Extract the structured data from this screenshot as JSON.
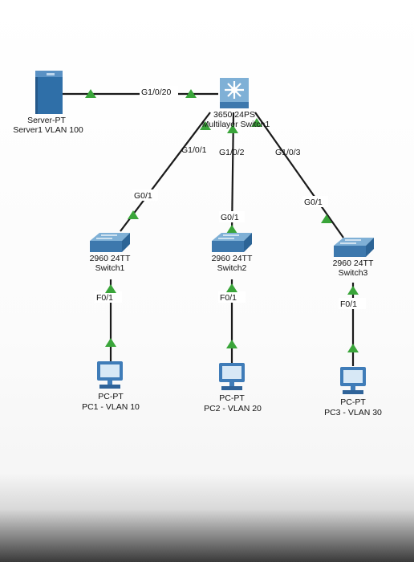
{
  "diagram": {
    "devices": {
      "server": {
        "type": "Server-PT",
        "name": "Server1 VLAN 100"
      },
      "multilayer_switch": {
        "model": "3650 24PS",
        "name": "Multilayer Switch1"
      },
      "switch1": {
        "model": "2960 24TT",
        "name": "Switch1"
      },
      "switch2": {
        "model": "2960 24TT",
        "name": "Switch2"
      },
      "switch3": {
        "model": "2960 24TT",
        "name": "Switch3"
      },
      "pc1": {
        "type": "PC-PT",
        "name": "PC1 - VLAN 10"
      },
      "pc2": {
        "type": "PC-PT",
        "name": "PC2 - VLAN 20"
      },
      "pc3": {
        "type": "PC-PT",
        "name": "PC3 - VLAN 30"
      }
    },
    "ports": {
      "ml_to_server": "G1/0/20",
      "ml_to_sw1": "G1/0/1",
      "ml_to_sw2": "G1/0/2",
      "ml_to_sw3": "G1/0/3",
      "sw1_uplink": "G0/1",
      "sw2_uplink": "G0/1",
      "sw3_uplink": "G0/1",
      "sw1_access": "F0/1",
      "sw2_access": "F0/1",
      "sw3_access": "F0/1"
    },
    "colors": {
      "link": "#1a1a1a",
      "link_up_triangle": "#3aa53a",
      "switch_top": "#7fb0d6",
      "switch_side": "#3d78ad",
      "pc_body": "#3f7cb8",
      "server_body": "#2f6fa8"
    }
  }
}
